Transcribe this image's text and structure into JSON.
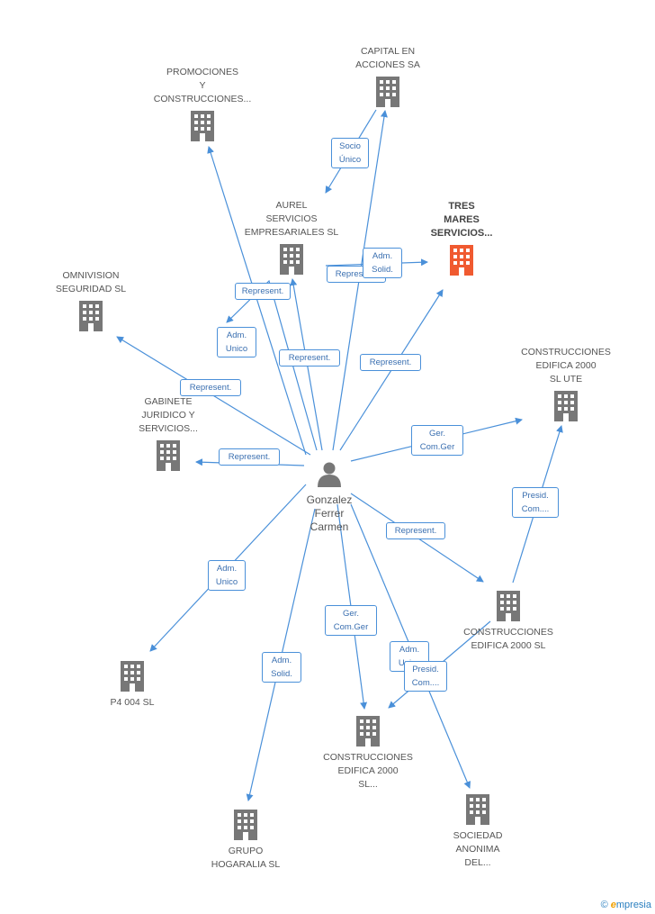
{
  "colors": {
    "edge": "#4a90d9",
    "building": "#777777",
    "highlight": "#f05a30",
    "person": "#777777"
  },
  "center": {
    "name": "Gonzalez\nFerrer\nCarmen",
    "icon": "person-icon"
  },
  "nodes": [
    {
      "id": "promociones",
      "label": "PROMOCIONES\nY\nCONSTRUCCIONES...",
      "icon": "building-icon"
    },
    {
      "id": "capital",
      "label": "CAPITAL EN\nACCIONES SA",
      "icon": "building-icon"
    },
    {
      "id": "aurel",
      "label": "AUREL\nSERVICIOS\nEMPRESARIALES SL",
      "icon": "building-icon"
    },
    {
      "id": "tres_mares",
      "label": "TRES\nMARES\nSERVICIOS...",
      "icon": "building-icon",
      "highlight": true
    },
    {
      "id": "omnivision",
      "label": "OMNIVISION\nSEGURIDAD SL",
      "icon": "building-icon"
    },
    {
      "id": "construcciones_ute",
      "label": "CONSTRUCCIONES\nEDIFICA 2000\nSL UTE",
      "icon": "building-icon"
    },
    {
      "id": "gabinete",
      "label": "GABINETE\nJURIDICO Y\nSERVICIOS...",
      "icon": "building-icon"
    },
    {
      "id": "construcciones_sl",
      "label": "CONSTRUCCIONES\nEDIFICA 2000 SL",
      "icon": "building-icon"
    },
    {
      "id": "p4",
      "label": "P4 004 SL",
      "icon": "building-icon"
    },
    {
      "id": "construcciones_sl2",
      "label": "CONSTRUCCIONES\nEDIFICA 2000\nSL...",
      "icon": "building-icon"
    },
    {
      "id": "grupo",
      "label": "GRUPO\nHOGARALIA SL",
      "icon": "building-icon"
    },
    {
      "id": "sociedad",
      "label": "SOCIEDAD\nANONIMA\nDEL...",
      "icon": "building-icon"
    }
  ],
  "edges": [
    {
      "from": "person",
      "to": "promociones",
      "label": "Represent."
    },
    {
      "from": "person",
      "to": "capital",
      "label": "Represent."
    },
    {
      "from": "capital",
      "to": "aurel",
      "label": "Socio\nÚnico"
    },
    {
      "from": "person",
      "to": "aurel",
      "label": "Represent."
    },
    {
      "from": "person",
      "to": "aurel",
      "label": "Adm.\nUnico"
    },
    {
      "from": "aurel",
      "to": "tres_mares",
      "label": "Adm.\nSolid."
    },
    {
      "from": "person",
      "to": "tres_mares",
      "label": "Represent."
    },
    {
      "from": "person",
      "to": "omnivision",
      "label": "Represent."
    },
    {
      "from": "person",
      "to": "construcciones_ute",
      "label": "Ger.\nCom.Ger"
    },
    {
      "from": "person",
      "to": "gabinete",
      "label": "Represent."
    },
    {
      "from": "person",
      "to": "construcciones_sl",
      "label": "Represent."
    },
    {
      "from": "construcciones_sl",
      "to": "construcciones_ute",
      "label": "Presid.\nCom...."
    },
    {
      "from": "person",
      "to": "p4",
      "label": "Adm.\nUnico"
    },
    {
      "from": "person",
      "to": "construcciones_sl2",
      "label": "Ger.\nCom.Ger"
    },
    {
      "from": "person",
      "to": "grupo",
      "label": "Adm.\nSolid."
    },
    {
      "from": "person",
      "to": "sociedad",
      "label": "Adm.\nUnico"
    },
    {
      "from": "construcciones_sl",
      "to": "construcciones_sl2",
      "label": "Presid.\nCom...."
    }
  ],
  "footer": {
    "copyright": "©",
    "brand_initial": "e",
    "brand_rest": "mpresia"
  }
}
